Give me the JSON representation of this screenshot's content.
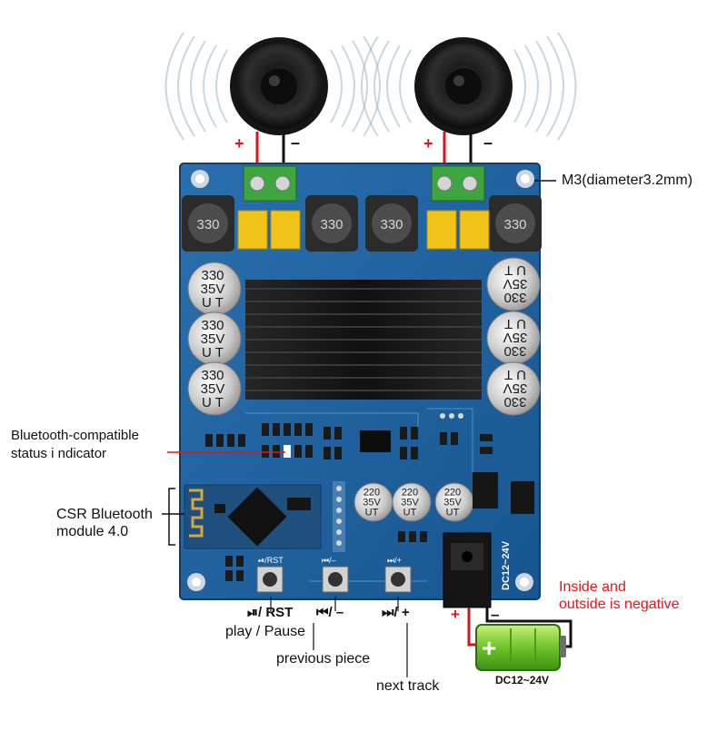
{
  "speakers": {
    "left_plus": "+",
    "left_minus": "–",
    "right_plus": "+",
    "right_minus": "–"
  },
  "mount_hole_label": "M3(diameter3.2mm)",
  "inductor_marking": "330",
  "inductors": [
    "330",
    "330",
    "330",
    "330"
  ],
  "capacitors_left": [
    {
      "l1": "330",
      "l2": "35V",
      "l3": "U T"
    },
    {
      "l1": "330",
      "l2": "35V",
      "l3": "U T"
    },
    {
      "l1": "330",
      "l2": "35V",
      "l3": "U T"
    }
  ],
  "capacitors_right": [
    {
      "l1": "330",
      "l2": "35V",
      "l3": "U T"
    },
    {
      "l1": "330",
      "l2": "35V",
      "l3": "U T"
    },
    {
      "l1": "330",
      "l2": "35V",
      "l3": "U T"
    }
  ],
  "small_capacitors": [
    {
      "l1": "220",
      "l2": "35V",
      "l3": "UT"
    },
    {
      "l1": "220",
      "l2": "35V",
      "l3": "UT"
    },
    {
      "l1": "220",
      "l2": "35V",
      "l3": "UT"
    }
  ],
  "annotations": {
    "bt_indicator_line1": "Bluetooth-compatible",
    "bt_indicator_line2": "status i ndicator",
    "csr_line1": "CSR Bluetooth",
    "csr_line2": "module 4.0",
    "negative_line1": "Inside and",
    "negative_line2": "outside is negative"
  },
  "buttons": {
    "play_symbol": "⏯/ RST",
    "prev_symbol": "⏮/ –",
    "next_symbol": "⏭/ +",
    "play_label": "play / Pause",
    "prev_label": "previous piece",
    "next_label": "next track"
  },
  "pcb_button_labels": {
    "b1": "⏯/RST",
    "b2": "⏮/–",
    "b3": "⏭/+"
  },
  "dc_jack": {
    "board_label": "DC12~24V",
    "plus": "+",
    "minus": "–"
  },
  "battery": {
    "label": "DC12~24V",
    "symbol": "+"
  },
  "colors": {
    "pcb": "#1d5f9c",
    "pcb_edge": "#0f3e6e",
    "heatsink": "#141414",
    "terminal": "#3fa63f",
    "cap_yellow": "#f2c318",
    "red_text": "#e0161b",
    "battery_green": "#6fc42a"
  }
}
